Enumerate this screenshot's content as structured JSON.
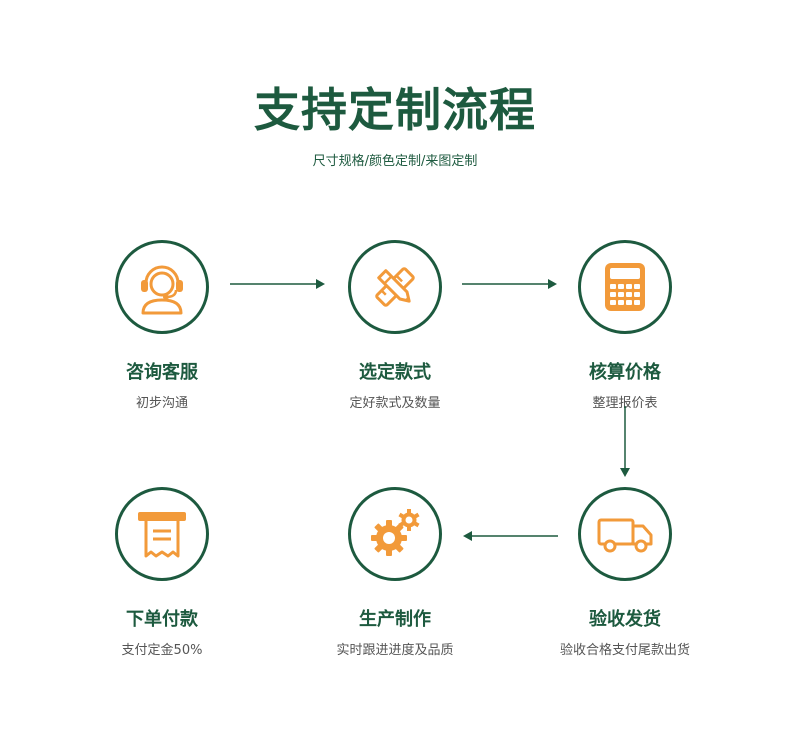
{
  "header": {
    "title": "支持定制流程",
    "subtitle": "尺寸规格/颜色定制/来图定制"
  },
  "steps": [
    {
      "title": "咨询客服",
      "desc": "初步沟通",
      "icon": "headset-agent-icon"
    },
    {
      "title": "选定款式",
      "desc": "定好款式及数量",
      "icon": "pencil-ruler-icon"
    },
    {
      "title": "核算价格",
      "desc": "整理报价表",
      "icon": "calculator-icon"
    },
    {
      "title": "验收发货",
      "desc": "验收合格支付尾款出货",
      "icon": "delivery-truck-icon"
    },
    {
      "title": "生产制作",
      "desc": "实时跟进进度及品质",
      "icon": "gears-icon"
    },
    {
      "title": "下单付款",
      "desc": "支付定金50%",
      "icon": "receipt-icon"
    }
  ],
  "colors": {
    "accent": "#f29a3a",
    "primary": "#1d5a3f",
    "text_secondary": "#555555"
  }
}
